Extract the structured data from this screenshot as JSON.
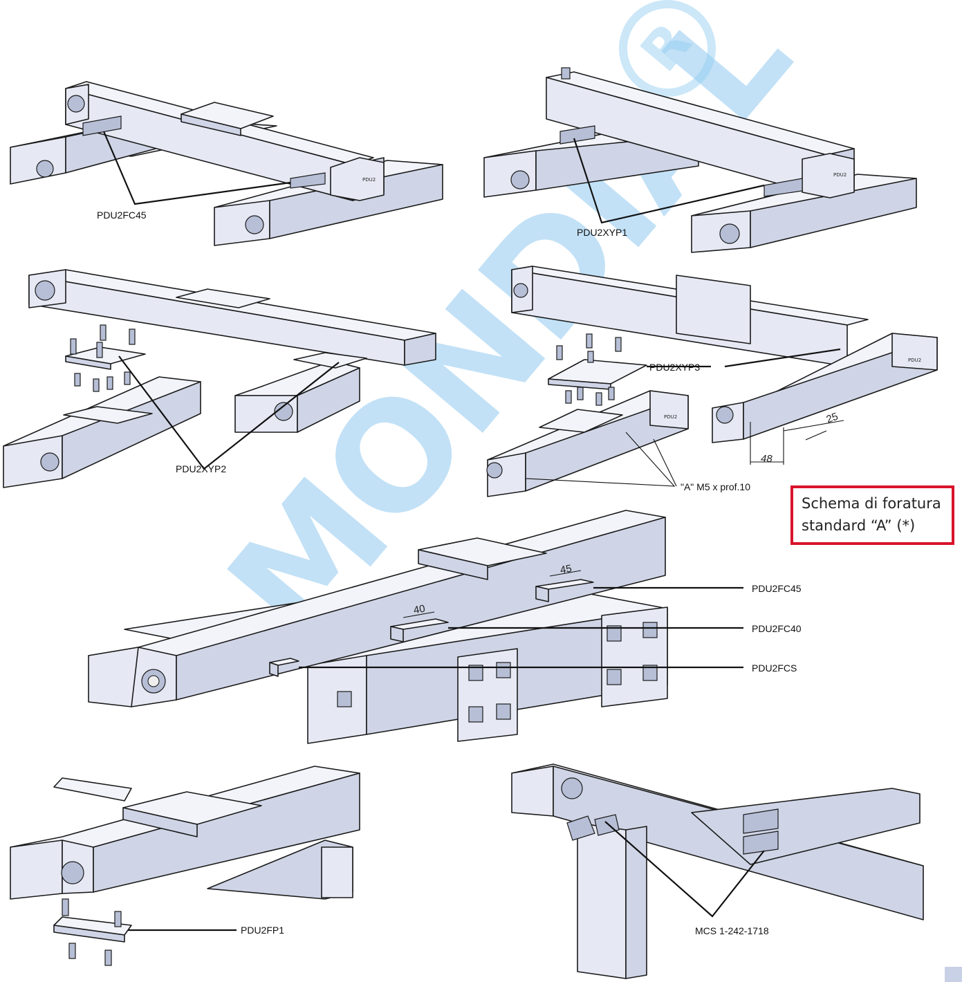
{
  "labels": {
    "top_left": "PDU2FC45",
    "top_right": "PDU2XYP1",
    "mid_left": "PDU2XYP2",
    "mid_right": "PDU2XYP3",
    "thread_note": "\"A\" M5 x prof.10",
    "dim_25": "25",
    "dim_48": "48",
    "center_fc45": "PDU2FC45",
    "center_fc40": "PDU2FC40",
    "center_fcs": "PDU2FCS",
    "dim_45": "45",
    "dim_40": "40",
    "bottom_left": "PDU2FP1",
    "bottom_right": "MCS 1-242-1718",
    "end_cap_text": "PDU2"
  },
  "note": {
    "line1": "Schema di foratura",
    "line2": "standard “A” (*)"
  },
  "watermark": {
    "text": "MONDIAL",
    "symbol": "R"
  },
  "colors": {
    "profile_face": "#e6e9f4",
    "profile_top": "#f2f4fa",
    "profile_side": "#cfd5e6",
    "outline": "#1a1a1a",
    "note_border": "#d9142b",
    "watermark": "#4aa6e6"
  }
}
